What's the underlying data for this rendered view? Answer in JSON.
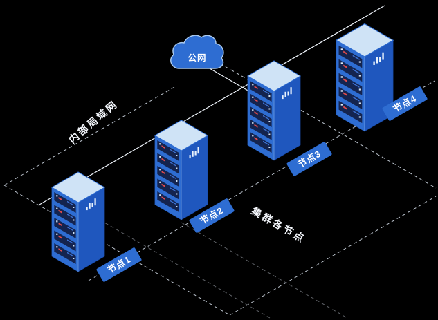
{
  "diagram": {
    "cloud": {
      "label": "公网"
    },
    "lan_label": "内部局域网",
    "cluster_label": "集群各节点",
    "nodes": [
      {
        "id": 1,
        "label": "节点1"
      },
      {
        "id": 2,
        "label": "节点2"
      },
      {
        "id": 3,
        "label": "节点3"
      },
      {
        "id": 4,
        "label": "节点4"
      }
    ],
    "colors": {
      "background": "#000000",
      "server_front_blue": "#2e6dd2",
      "server_side_blue": "#1f57be",
      "server_top_light": "#cfe3f6",
      "slot_navy": "#14244f",
      "led_red": "#e14b4b",
      "line_white": "#eef3fa",
      "badge_blue": "#2e6dd2"
    },
    "icons": {
      "server": "isometric-server-tower-icon",
      "cloud": "cloud-icon",
      "chart": "bar-chart-glyph-icon"
    }
  }
}
